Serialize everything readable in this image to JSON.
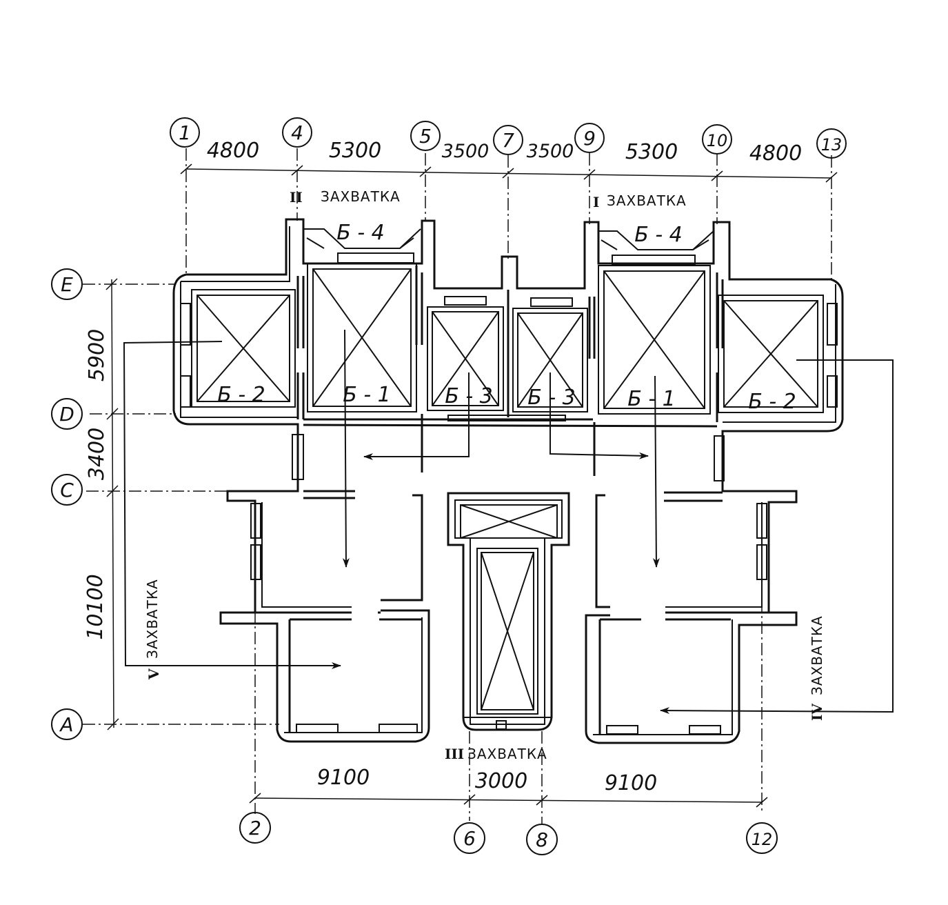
{
  "axes_top": [
    "1",
    "4",
    "5",
    "7",
    "9",
    "10",
    "13"
  ],
  "axes_bottom": [
    "2",
    "6",
    "8",
    "12"
  ],
  "axes_left": [
    "E",
    "D",
    "C",
    "A"
  ],
  "dims_top": [
    "4800",
    "5300",
    "3500",
    "3500",
    "5300",
    "4800"
  ],
  "dims_bottom": [
    "9100",
    "3000",
    "9100"
  ],
  "dims_left": [
    "5900",
    "3400",
    "10100"
  ],
  "rooms": {
    "b2_left": "Б - 2",
    "b1_left": "Б - 1",
    "b3_left": "Б - 3",
    "b3_right": "Б - 3",
    "b1_right": "Б - 1",
    "b2_right": "Б - 2",
    "b4_left": "Б - 4",
    "b4_right": "Б - 4"
  },
  "zones": {
    "zone_word": "ЗАХВАТКА",
    "i": "I",
    "ii": "II",
    "iii": "III",
    "iv": "IV",
    "v": "V"
  }
}
